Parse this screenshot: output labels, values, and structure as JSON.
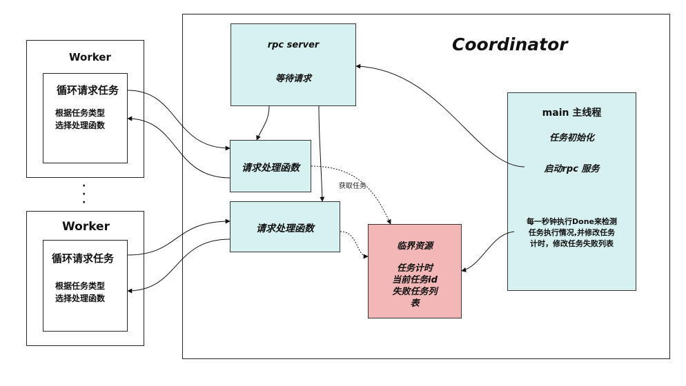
{
  "coordinator": {
    "title": "Coordinator"
  },
  "workers": [
    {
      "title": "Worker",
      "loop_label": "循环请求任务",
      "dispatch_line1": "根据任务类型",
      "dispatch_line2": "选择处理函数"
    },
    {
      "title": "Worker",
      "loop_label": "循环请求任务",
      "dispatch_line1": "根据任务类型",
      "dispatch_line2": "选择处理函数"
    }
  ],
  "rpc_server": {
    "line1": "rpc server",
    "line2": "等待请求"
  },
  "handlers": [
    {
      "label": "请求处理函数"
    },
    {
      "label": "请求处理函数"
    }
  ],
  "critical": {
    "title": "临界资源",
    "line1": "任务计时",
    "line2": "当前任务id",
    "line3": "失败任务列",
    "line4": "表"
  },
  "main_thread": {
    "title": "main 主线程",
    "init": "任务初始化",
    "start_rpc": "启动rpc 服务",
    "check_line1": "每一秒钟执行Done来检测",
    "check_line2": "任务执行情况,并修改任务",
    "check_line3": "计时，修改任务失败列表"
  },
  "edge_label": "获取任务",
  "ellipsis": [
    "·",
    "·",
    "·"
  ]
}
